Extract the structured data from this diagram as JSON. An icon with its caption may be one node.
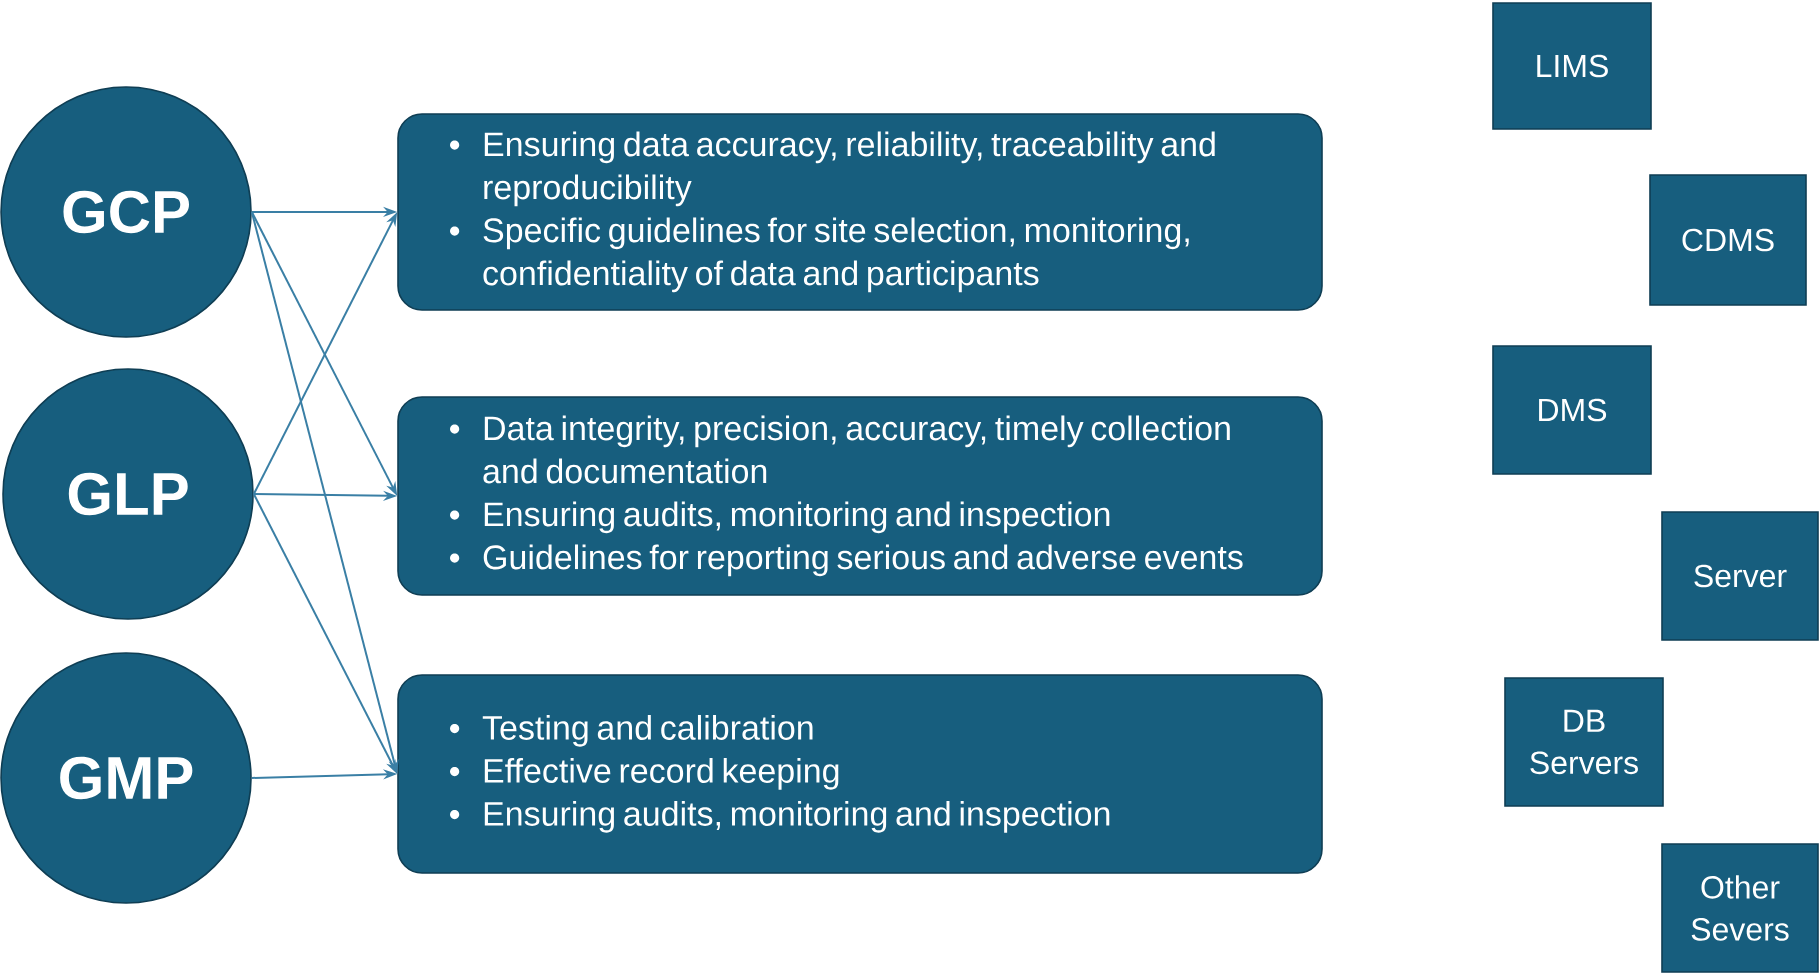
{
  "diagram": {
    "nodes": [
      {
        "text": [
          "GCP"
        ]
      },
      {
        "text": [
          "GLP"
        ]
      },
      {
        "text": [
          "GMP"
        ]
      },
      {
        "text": [
          "Ensuring data accuracy, reliability, traceability and reproducibility",
          "Specific guidelines for site selection, monitoring, confidentiality of data and participants"
        ]
      },
      {
        "text": [
          "Data integrity, precision, accuracy, timely collection and documentation",
          "Ensuring audits, monitoring and inspection",
          "Guidelines for reporting serious and adverse events"
        ]
      },
      {
        "text": [
          "Testing and calibration",
          "Effective record keeping",
          "Ensuring audits, monitoring and inspection"
        ]
      },
      {
        "text": [
          "LIMS"
        ]
      },
      {
        "text": [
          "CDMS"
        ]
      },
      {
        "text": [
          "DMS"
        ]
      },
      {
        "text": [
          "Server"
        ]
      },
      {
        "text": [
          "DB Servers"
        ]
      },
      {
        "text": [
          "Other Severs"
        ]
      }
    ],
    "edges": [
      {
        "from": 0,
        "to": 3,
        "arrow": "to"
      },
      {
        "from": 0,
        "to": 4,
        "arrow": "to"
      },
      {
        "from": 0,
        "to": 5,
        "arrow": "to"
      },
      {
        "from": 1,
        "to": 3,
        "arrow": "to"
      },
      {
        "from": 1,
        "to": 4,
        "arrow": "to"
      },
      {
        "from": 1,
        "to": 5,
        "arrow": "to"
      },
      {
        "from": 2,
        "to": 5,
        "arrow": "to"
      }
    ]
  }
}
